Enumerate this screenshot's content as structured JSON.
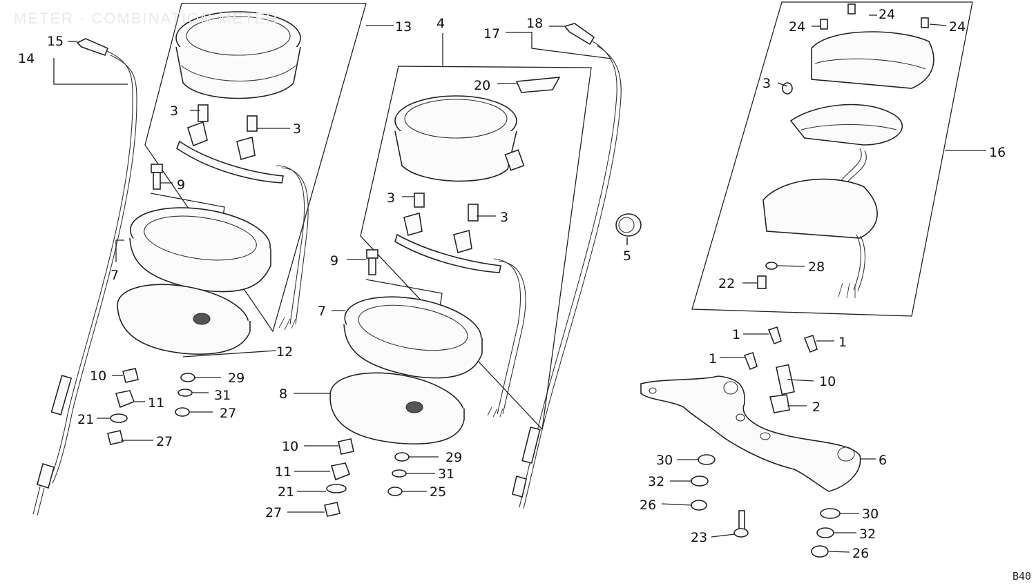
{
  "title": "METER · COMBINATION METER",
  "figure_code": "B40",
  "callouts": {
    "c13": "13",
    "c4": "4",
    "c18": "18",
    "c17": "17",
    "c20": "20",
    "c15": "15",
    "c14": "14",
    "c3a": "3",
    "c3b": "3",
    "c3c": "3",
    "c3d": "3",
    "c3e": "3",
    "c9a": "9",
    "c9b": "9",
    "c7a": "7",
    "c7b": "7",
    "c12": "12",
    "c8": "8",
    "c10a": "10",
    "c10b": "10",
    "c10c": "10",
    "c11a": "11",
    "c11b": "11",
    "c21a": "21",
    "c21b": "21",
    "c27a": "27",
    "c27b": "27",
    "c27c": "27",
    "c29a": "29",
    "c29b": "29",
    "c31a": "31",
    "c31b": "31",
    "c25": "25",
    "c5": "5",
    "c24a": "24",
    "c24b": "24",
    "c24c": "24",
    "c16": "16",
    "c28": "28",
    "c22": "22",
    "c1a": "1",
    "c1b": "1",
    "c1c": "1",
    "c2": "2",
    "c6": "6",
    "c30a": "30",
    "c30b": "30",
    "c32a": "32",
    "c32b": "32",
    "c26a": "26",
    "c26b": "26",
    "c23": "23"
  }
}
